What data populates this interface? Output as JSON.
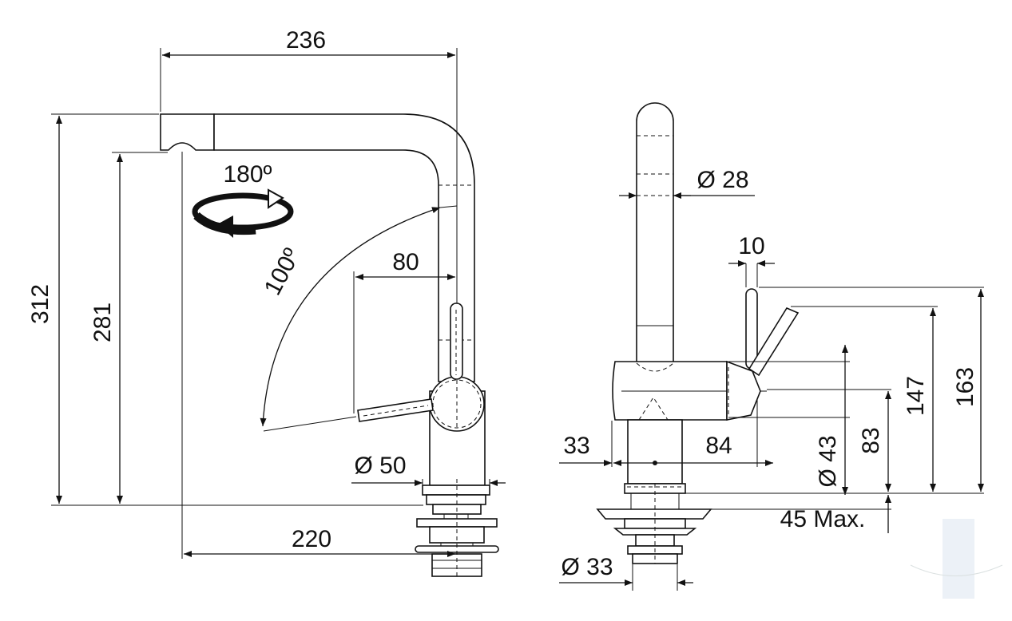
{
  "dimensions": {
    "side_view": {
      "width_top": "236",
      "height_total": "312",
      "height_spout": "281",
      "rotation_angle": "180º",
      "lever_angle": "100º",
      "lever_reach": "80",
      "base_diameter": "Ø 50",
      "spout_reach": "220"
    },
    "front_view": {
      "spout_diameter": "Ø 28",
      "lever_width": "10",
      "left_offset": "33",
      "right_offset": "84",
      "body_diameter": "Ø 43",
      "body_height": "83",
      "lever_height": "147",
      "total_height": "163",
      "max_thickness": "45 Max.",
      "shank_diameter": "Ø 33"
    }
  }
}
